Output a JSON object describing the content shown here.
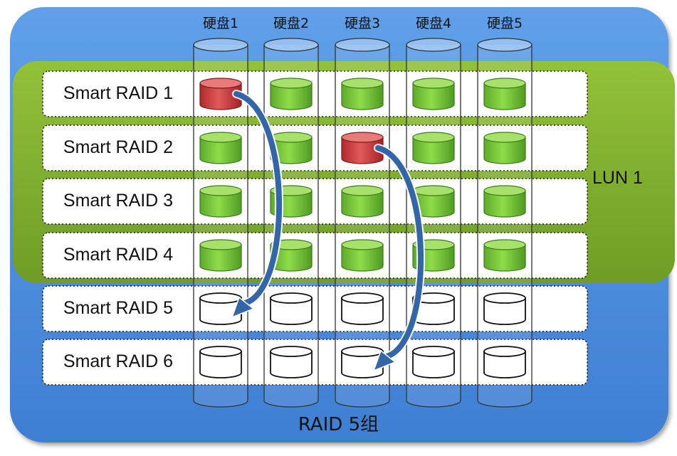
{
  "diagram": {
    "group_label": "RAID 5组",
    "lun_label": "LUN 1",
    "disks": [
      "硬盘1",
      "硬盘2",
      "硬盘3",
      "硬盘4",
      "硬盘5"
    ],
    "rows": [
      {
        "label": "Smart RAID 1",
        "cells": [
          "red",
          "green",
          "green",
          "green",
          "green"
        ],
        "in_lun": true
      },
      {
        "label": "Smart RAID 2",
        "cells": [
          "green",
          "green",
          "red",
          "green",
          "green"
        ],
        "in_lun": true
      },
      {
        "label": "Smart RAID 3",
        "cells": [
          "green",
          "green",
          "green",
          "green",
          "green"
        ],
        "in_lun": true
      },
      {
        "label": "Smart RAID 4",
        "cells": [
          "green",
          "green",
          "green",
          "green",
          "green"
        ],
        "in_lun": true
      },
      {
        "label": "Smart RAID 5",
        "cells": [
          "empty",
          "empty",
          "empty",
          "empty",
          "empty"
        ],
        "in_lun": false
      },
      {
        "label": "Smart RAID 6",
        "cells": [
          "empty",
          "empty",
          "empty",
          "empty",
          "empty"
        ],
        "in_lun": false
      }
    ],
    "migrations": [
      {
        "from_row": 0,
        "from_disk": 0,
        "to_row": 4,
        "to_disk": 0
      },
      {
        "from_row": 1,
        "from_disk": 2,
        "to_row": 5,
        "to_disk": 2
      }
    ],
    "colors": {
      "raid_group": "#4a8ede",
      "lun_group": "#7fae2c",
      "chunk_green": "#7ccf3c",
      "chunk_red": "#cd3b3b",
      "arrow": "#3366a8"
    }
  }
}
